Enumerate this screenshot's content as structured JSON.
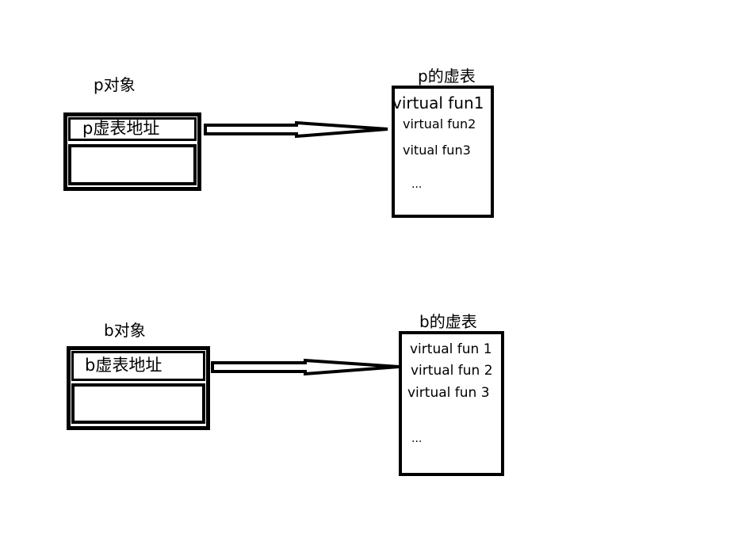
{
  "p_object": {
    "title": "p对象",
    "slot_label": "p虚表地址"
  },
  "p_vtable": {
    "title": "p的虚表",
    "entries": [
      "virtual fun1",
      "virtual fun2",
      "vitual fun3",
      "..."
    ]
  },
  "b_object": {
    "title": "b对象",
    "slot_label": "b虚表地址"
  },
  "b_vtable": {
    "title": "b的虚表",
    "entries": [
      "virtual fun 1",
      "virtual fun 2",
      "virtual fun 3",
      "..."
    ]
  }
}
